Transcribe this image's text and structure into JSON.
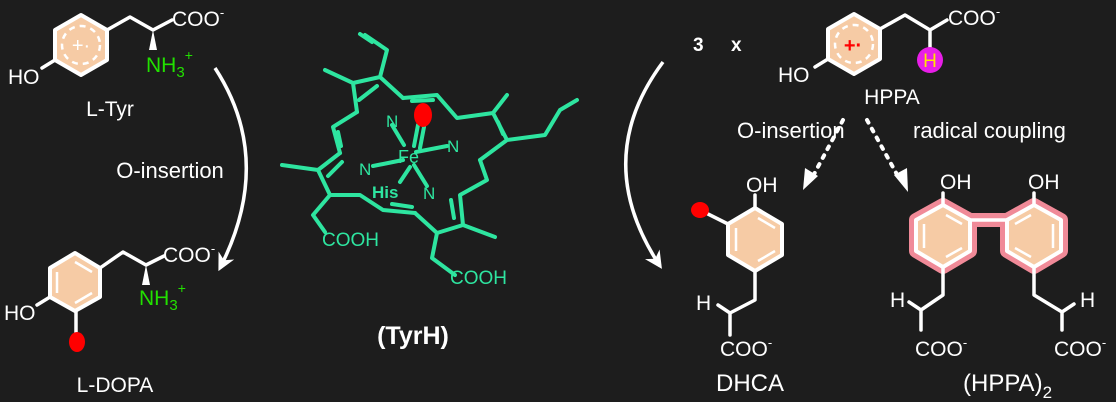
{
  "left": {
    "tyr": {
      "name": "L-Tyr",
      "ho": "HO",
      "coo": "COO",
      "charge_minus": "-",
      "nh3": "NH",
      "sub3": "3",
      "charge_plus": "+"
    },
    "step": "O-insertion",
    "dopa": {
      "name": "L-DOPA",
      "ho": "HO",
      "coo": "COO",
      "charge_minus": "-",
      "nh3": "NH",
      "sub3": "3",
      "charge_plus": "+"
    }
  },
  "enzyme": {
    "label": "(TyrH)",
    "fe": "Fe",
    "n": "N",
    "his": "His",
    "cooh": "COOH"
  },
  "right": {
    "multiplier": "3",
    "times": "x",
    "hppa": {
      "name": "HPPA",
      "ho": "HO",
      "coo": "COO",
      "charge_minus": "-",
      "h": "H",
      "radical": "+·"
    },
    "path_left": "O-insertion",
    "path_right": "radical coupling",
    "dhca": {
      "name": "DHCA",
      "oh": "OH",
      "h": "H",
      "coo": "COO",
      "charge_minus": "-"
    },
    "dimer": {
      "name": "(HPPA)",
      "sub": "2",
      "oh": "OH",
      "h": "H",
      "coo": "COO",
      "charge_minus": "-"
    }
  },
  "colors": {
    "oxygen": "#ff0000",
    "porphyrin": "#2ee5a0",
    "amine": "#22e000",
    "hydrogen_highlight": "#e81ee8",
    "ring_fill": "#f6cba5",
    "dimer_glow": "#f08a98"
  }
}
